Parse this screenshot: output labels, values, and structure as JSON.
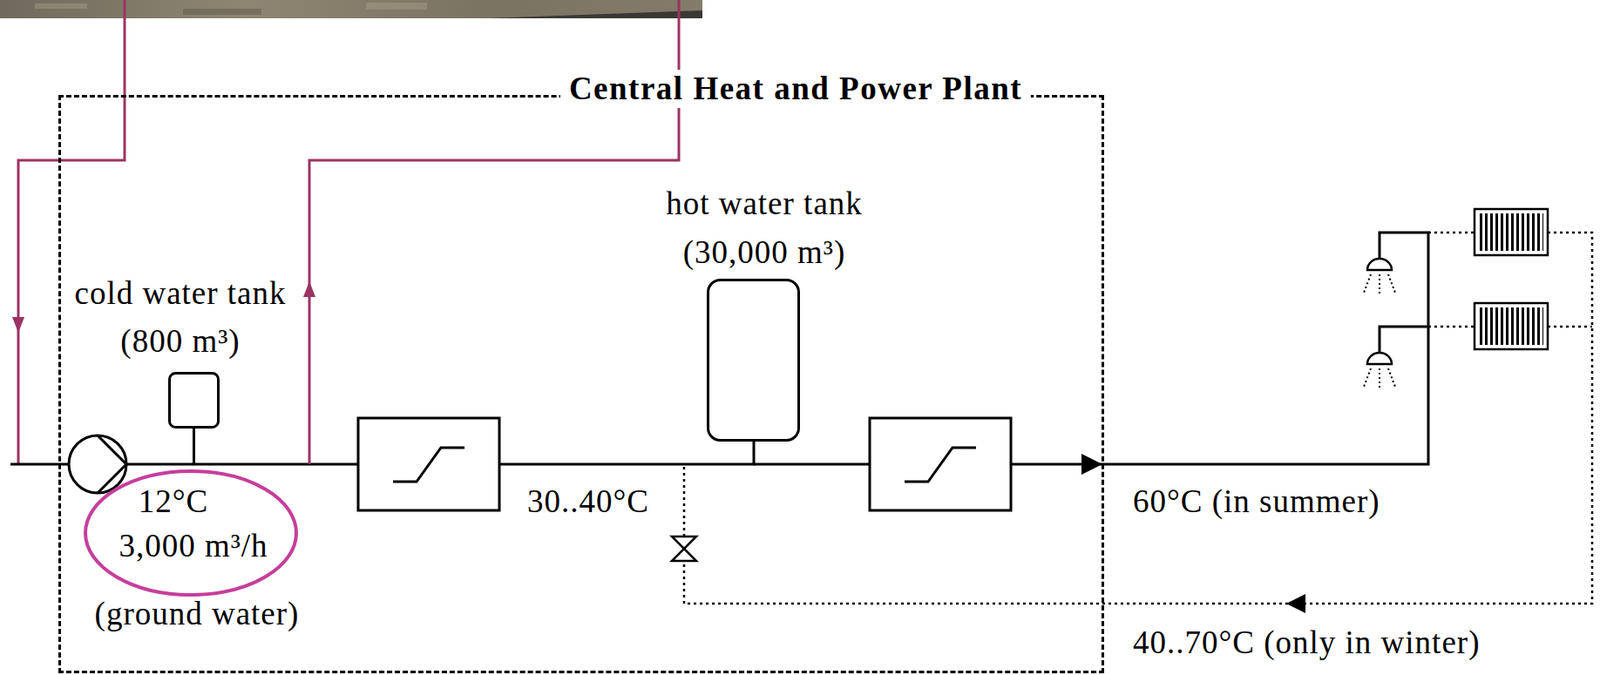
{
  "diagram": {
    "nodes": [
      {
        "text": [
          "Central Heat and Power Plant"
        ]
      },
      {
        "text": [
          "cold water tank",
          "(800 m³)"
        ],
        "in": 0
      },
      {
        "text": [
          "12°C",
          "3,000 m³/h"
        ],
        "in": 0
      },
      {
        "text": [
          "hot water tank",
          "(30,000 m³)"
        ],
        "in": 0
      }
    ],
    "edges": [
      {
        "from": 1,
        "to": 3,
        "arrow": "none"
      }
    ],
    "labels": [
      "(ground water)",
      "30..40°C",
      "60°C (in summer)",
      "40..70°C (only in winter)"
    ]
  }
}
